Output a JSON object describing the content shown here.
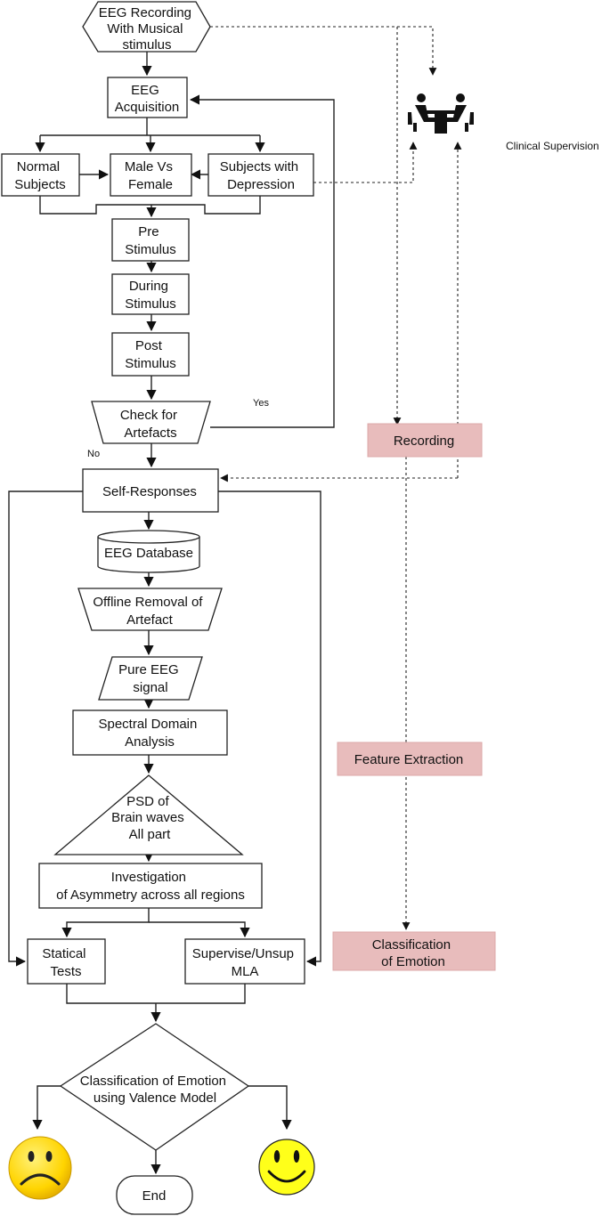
{
  "nodes": {
    "eeg_recording": [
      "EEG Recording",
      "With Musical",
      "stimulus"
    ],
    "eeg_acquisition": [
      "EEG",
      "Acquisition"
    ],
    "normal_subjects": [
      "Normal",
      "Subjects"
    ],
    "male_vs_female": [
      "Male Vs",
      "Female"
    ],
    "subjects_depression": [
      "Subjects with",
      "Depression"
    ],
    "pre_stimulus": [
      "Pre",
      "Stimulus"
    ],
    "during_stimulus": [
      "During",
      "Stimulus"
    ],
    "post_stimulus": [
      "Post",
      "Stimulus"
    ],
    "check_artefacts": [
      "Check for",
      "Artefacts"
    ],
    "self_responses": "Self-Responses",
    "eeg_database": "EEG Database",
    "offline_removal": [
      "Offline Removal of",
      "Artefact"
    ],
    "pure_eeg": [
      "Pure EEG",
      "signal"
    ],
    "spectral_analysis": [
      "Spectral Domain",
      "Analysis"
    ],
    "psd": [
      "PSD of",
      "Brain waves",
      "All part"
    ],
    "asymmetry": [
      "Investigation",
      "of Asymmetry across all regions"
    ],
    "statical_tests": [
      "Statical",
      "Tests"
    ],
    "mla": [
      "Supervise/Unsup",
      "MLA"
    ],
    "classification_decision": [
      "Classification of Emotion",
      "using Valence Model"
    ],
    "end": "End"
  },
  "edge_labels": {
    "yes": "Yes",
    "no": "No"
  },
  "clinical_supervision": "Clinical Supervision",
  "stages": {
    "recording": "Recording",
    "feature_extraction": "Feature Extraction",
    "classification": [
      "Classification",
      "of Emotion"
    ]
  },
  "icons": {
    "clinical": "two-people-at-table-icon",
    "sad": "sad-face-icon",
    "happy": "happy-face-icon"
  },
  "colors": {
    "stage_fill": "#e8bcbc",
    "sad_face": "#ffe000",
    "happy_face": "#ffff1a"
  }
}
